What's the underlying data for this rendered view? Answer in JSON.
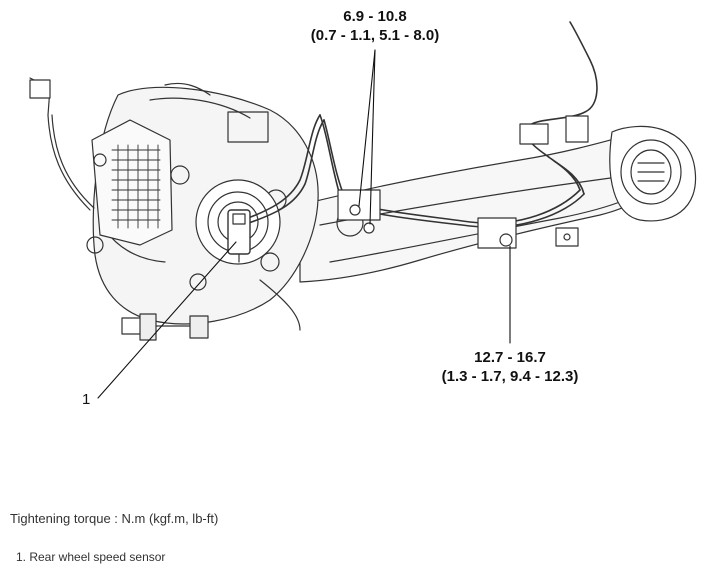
{
  "torque_a": {
    "nm": "6.9 - 10.8",
    "alt": "(0.7 - 1.1, 5.1 - 8.0)"
  },
  "torque_b": {
    "nm": "12.7 - 16.7",
    "alt": "(1.3 - 1.7, 9.4 - 12.3)"
  },
  "callout": "1",
  "caption": "Tightening torque : N.m (kgf.m, lb-ft)",
  "legend": [
    "1. Rear wheel speed sensor"
  ]
}
